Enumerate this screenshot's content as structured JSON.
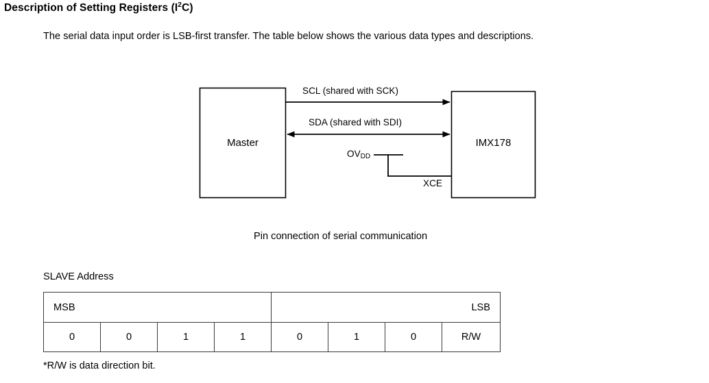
{
  "heading": {
    "text_before": "Description of Setting Registers (I",
    "superscript": "2",
    "text_after": "C)"
  },
  "intro": {
    "paragraph": "The serial data input order is LSB-first transfer. The table below shows the various data types and descriptions."
  },
  "diagram": {
    "caption": "Pin connection of serial communication",
    "blocks": [
      {
        "name": "master",
        "label": "Master"
      },
      {
        "name": "device",
        "label": "IMX178"
      }
    ],
    "signals": {
      "scl": "SCL (shared with SCK)",
      "sda": "SDA (shared with SDI)",
      "xce": "XCE",
      "ovdd_base": "OV",
      "ovdd_sub": "DD"
    },
    "line_color": "#000000"
  },
  "slave_address": {
    "section_label": "SLAVE Address",
    "header": {
      "msb": "MSB",
      "lsb": "LSB"
    },
    "bits": [
      "0",
      "0",
      "1",
      "1",
      "0",
      "1",
      "0",
      "R/W"
    ],
    "footnote": "*R/W is data direction bit."
  }
}
